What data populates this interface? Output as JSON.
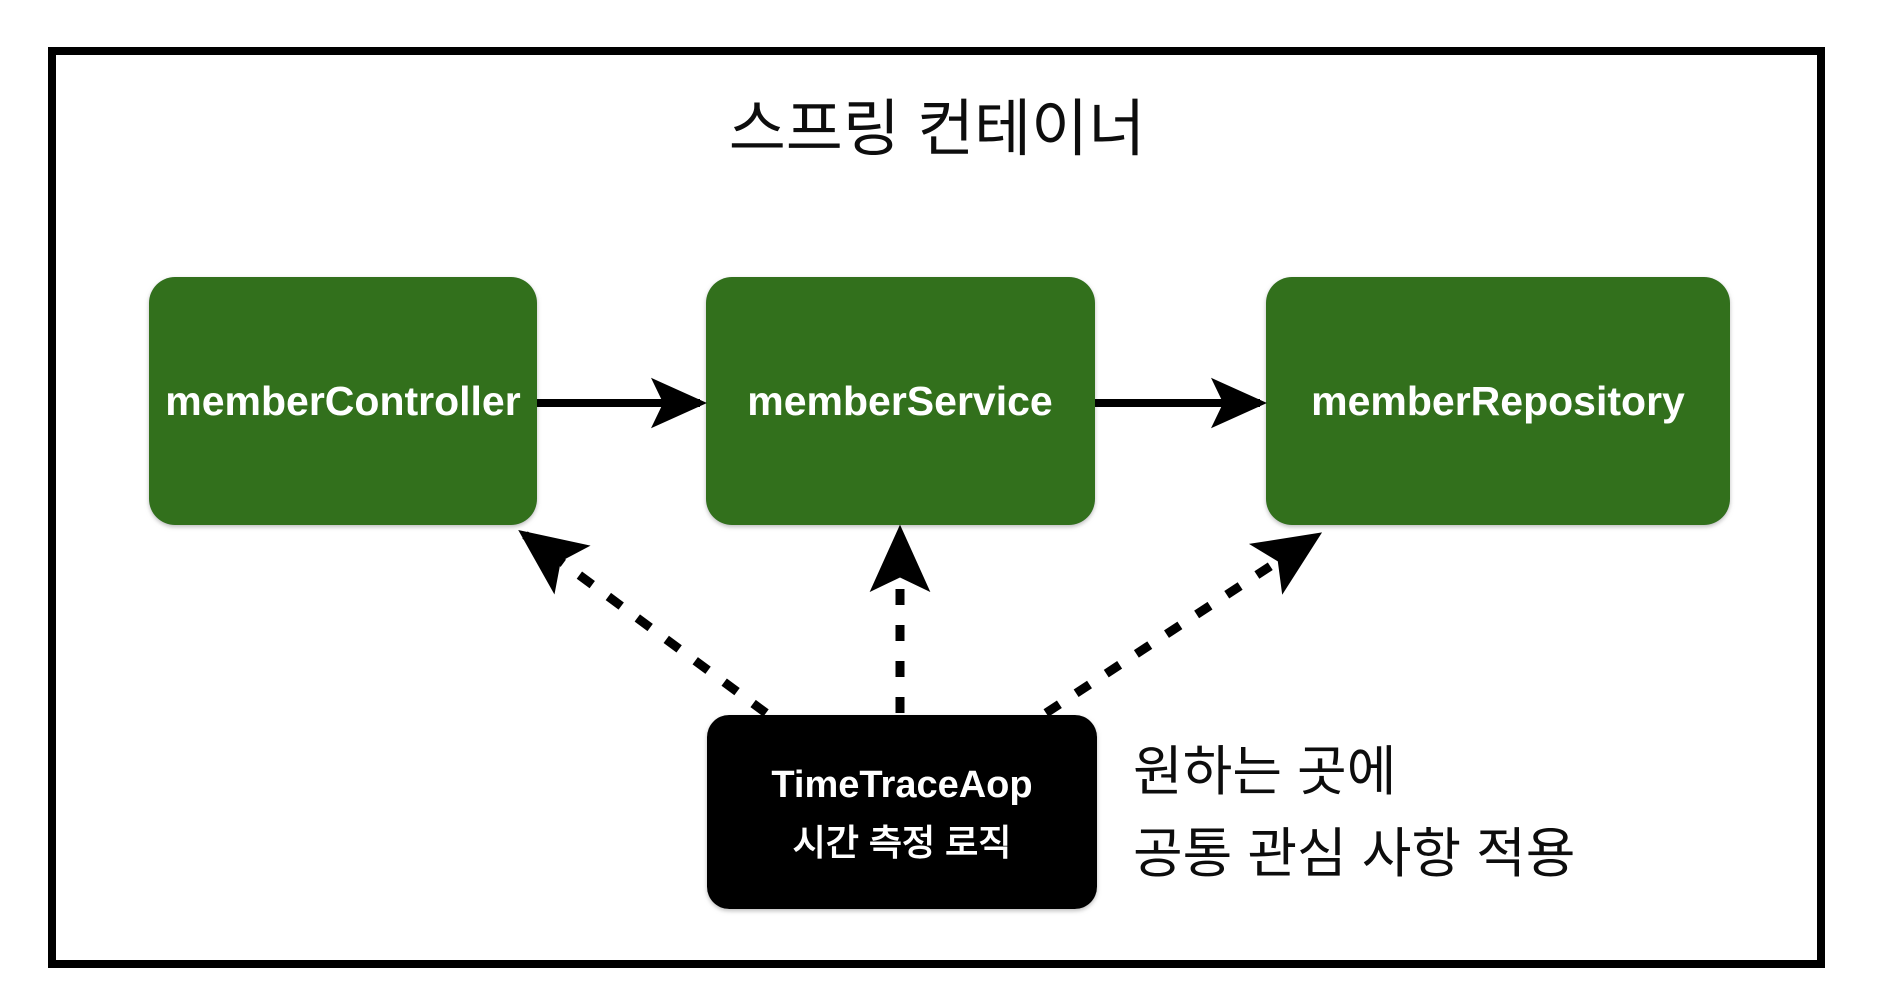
{
  "diagram": {
    "title": "스프링 컨테이너",
    "colors": {
      "bean_fill": "#30701f",
      "aspect_fill": "#000000",
      "frame_stroke": "#000000",
      "arrow_stroke": "#000000",
      "background": "#ffffff",
      "bean_label": "#ffffff"
    },
    "beans": [
      {
        "id": "memberController",
        "label": "memberController"
      },
      {
        "id": "memberService",
        "label": "memberService"
      },
      {
        "id": "memberRepository",
        "label": "memberRepository"
      }
    ],
    "aspect": {
      "name": "TimeTraceAop",
      "description": "시간 측정 로직"
    },
    "caption": {
      "line1": "원하는 곳에",
      "line2": "공통 관심 사항 적용"
    },
    "flow_arrows": [
      {
        "from": "memberController",
        "to": "memberService",
        "style": "solid"
      },
      {
        "from": "memberService",
        "to": "memberRepository",
        "style": "solid"
      }
    ],
    "aspect_arrows": [
      {
        "from": "TimeTraceAop",
        "to": "memberController",
        "style": "dashed"
      },
      {
        "from": "TimeTraceAop",
        "to": "memberService",
        "style": "dashed"
      },
      {
        "from": "TimeTraceAop",
        "to": "memberRepository",
        "style": "dashed"
      }
    ]
  }
}
